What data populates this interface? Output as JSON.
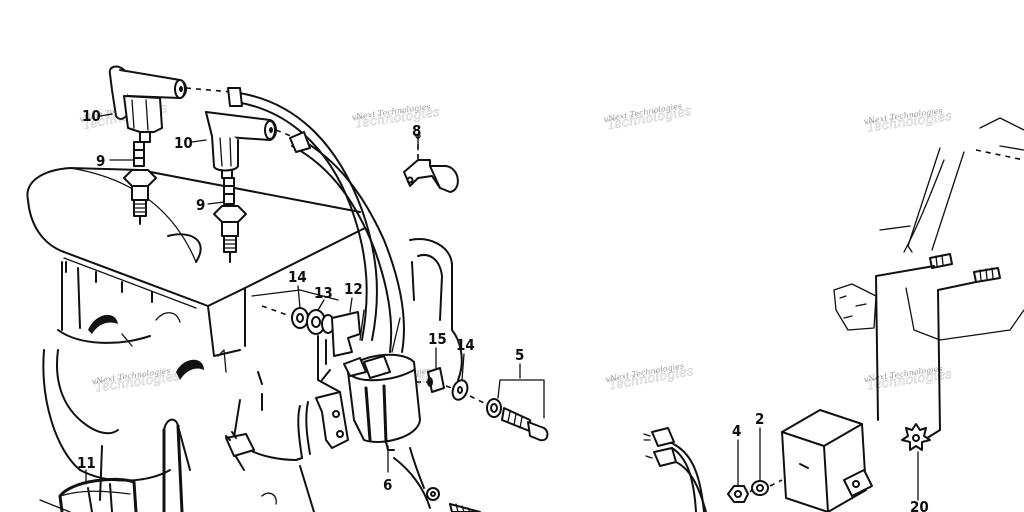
{
  "diagram": {
    "callouts": [
      {
        "id": "c10a",
        "text": "10"
      },
      {
        "id": "c10b",
        "text": "10"
      },
      {
        "id": "c9a",
        "text": "9"
      },
      {
        "id": "c9b",
        "text": "9"
      },
      {
        "id": "c8",
        "text": "8"
      },
      {
        "id": "c14a",
        "text": "14"
      },
      {
        "id": "c13",
        "text": "13"
      },
      {
        "id": "c12",
        "text": "12"
      },
      {
        "id": "c15",
        "text": "15"
      },
      {
        "id": "c14b",
        "text": "14"
      },
      {
        "id": "c5",
        "text": "5"
      },
      {
        "id": "c6",
        "text": "6"
      },
      {
        "id": "c11",
        "text": "11"
      },
      {
        "id": "c4",
        "text": "4"
      },
      {
        "id": "c2",
        "text": "2"
      },
      {
        "id": "c20",
        "text": "20"
      }
    ]
  },
  "watermark": {
    "text": "vNext Technologies",
    "ghost": "Technologies"
  }
}
